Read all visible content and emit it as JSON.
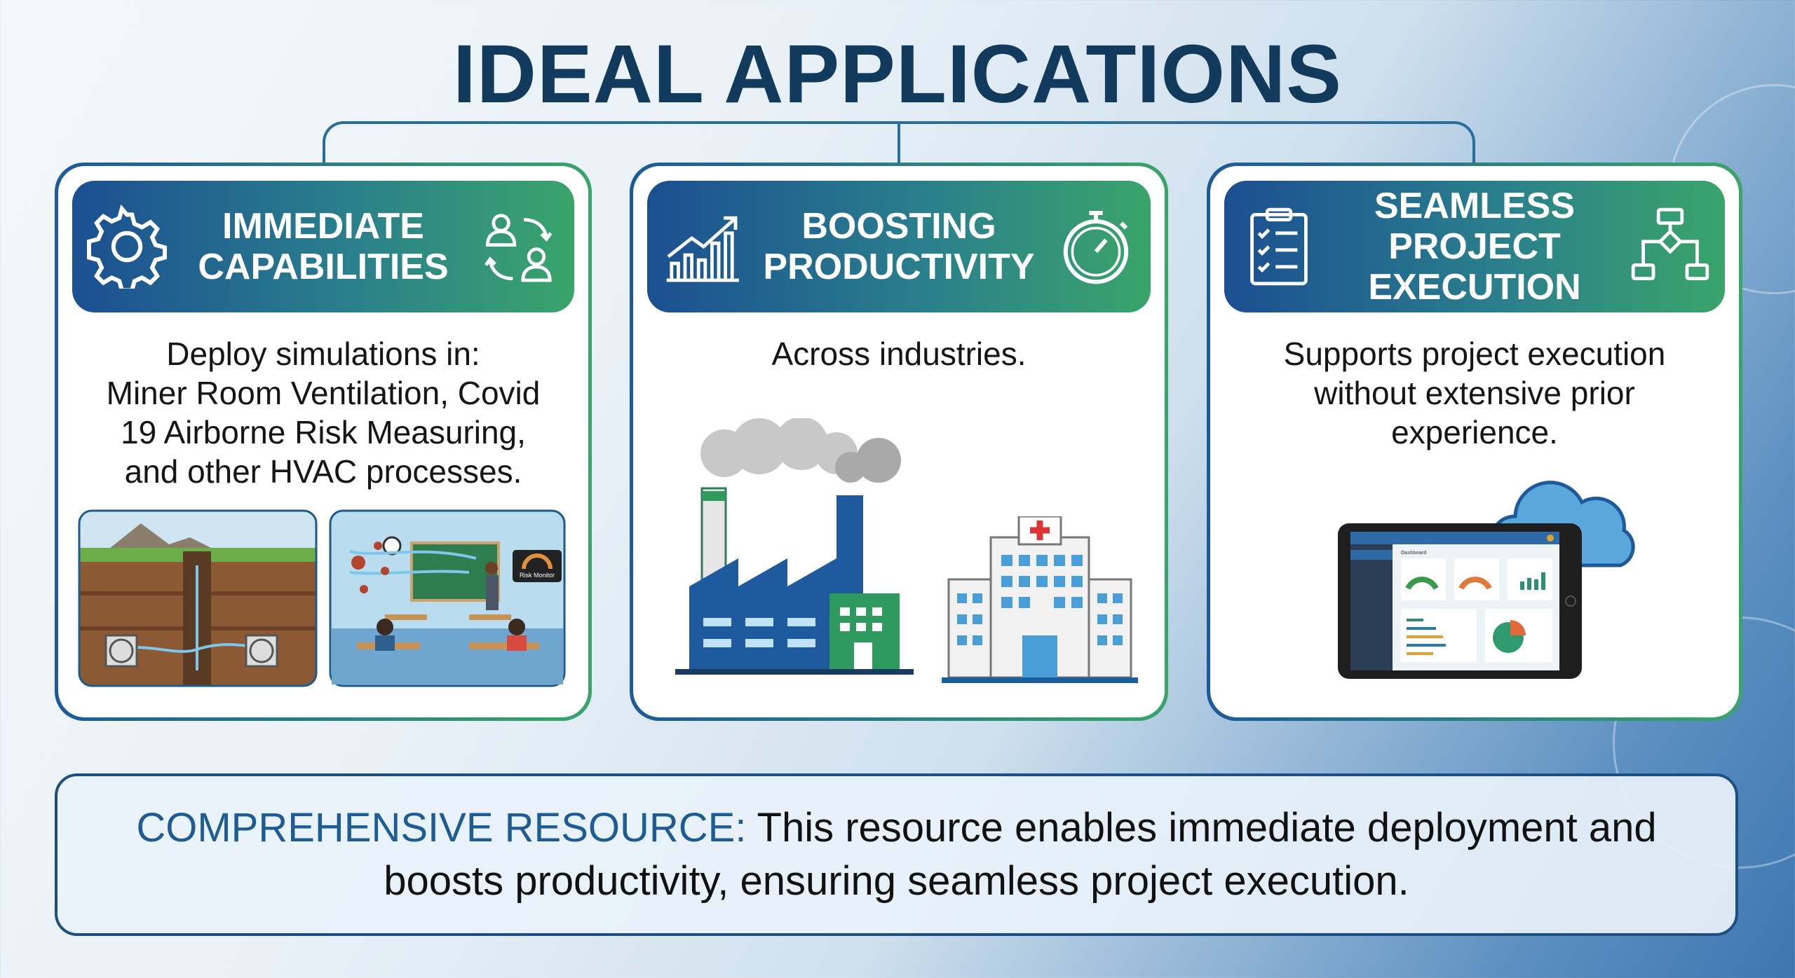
{
  "title": "IDEAL APPLICATIONS",
  "cards": [
    {
      "heading": "IMMEDIATE\nCAPABILITIES",
      "left_icon": "gear-icon",
      "right_icon": "people-exchange-icon",
      "body": "Deploy simulations in:\nMiner Room Ventilation, Covid\n19 Airborne Risk Measuring,\nand other HVAC processes.",
      "images": [
        "mine-ventilation-illustration",
        "classroom-airborne-risk-illustration"
      ],
      "monitor_label": "Risk Monitor"
    },
    {
      "heading": "BOOSTING\nPRODUCTIVITY",
      "left_icon": "growth-chart-icon",
      "right_icon": "stopwatch-icon",
      "body": "Across industries.",
      "images": [
        "factory-illustration",
        "hospital-illustration"
      ]
    },
    {
      "heading": "SEAMLESS\nPROJECT\nEXECUTION",
      "left_icon": "checklist-icon",
      "right_icon": "flowchart-icon",
      "body": "Supports project execution\nwithout extensive prior\nexperience.",
      "images": [
        "tablet-dashboard-illustration",
        "cloud-illustration"
      ],
      "dashboard_label": "Dashboard"
    }
  ],
  "bottom": {
    "lead": "COMPREHENSIVE RESOURCE:",
    "text": " This resource enables immediate deployment and boosts productivity, ensuring seamless project execution."
  },
  "colors": {
    "title": "#123a5c",
    "header_start": "#1b4f91",
    "header_end": "#3aa46a",
    "accent": "#1d5d94"
  }
}
